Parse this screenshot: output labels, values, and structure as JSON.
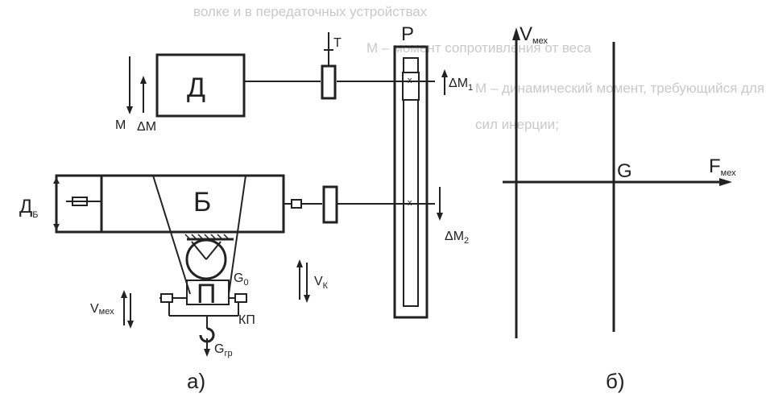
{
  "diagram_a": {
    "motor_label": "Д",
    "drum_label": "Б",
    "brake_label": "Т",
    "gearbox_label": "Р",
    "drum_diameter_main": "Д",
    "drum_diameter_sub": "Б",
    "hook_block_label": "П",
    "hook_clamp_label": "КП",
    "torque_label": "М",
    "torque_delta_label": "ΔM",
    "delta_m1_main": "ΔM",
    "delta_m1_sub": "1",
    "delta_m2_main": "ΔM",
    "delta_m2_sub": "2",
    "g0_main": "G",
    "g0_sub": "0",
    "vk_main": "V",
    "vk_sub": "К",
    "vmex_main": "V",
    "vmex_sub": "мех",
    "ggr_main": "G",
    "ggr_sub": "гр",
    "caption": "а)"
  },
  "diagram_b": {
    "v_axis_main": "V",
    "v_axis_sub": "мех",
    "f_axis_main": "F",
    "f_axis_sub": "мех",
    "point_label": "G",
    "caption": "б)"
  },
  "background_text": [
    "волке и в передаточных устройствах",
    "М  – момент сопротивления от веса",
    "М  – динамический момент, требующийся для преодоления",
    "сил инерции;"
  ]
}
